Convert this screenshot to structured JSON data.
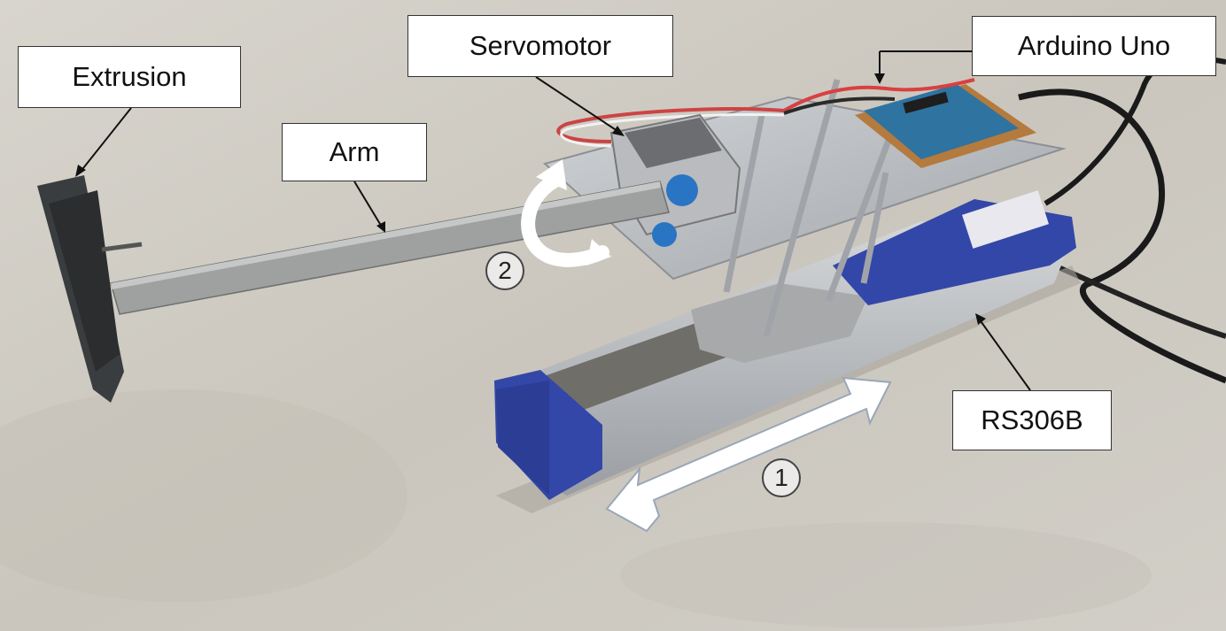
{
  "labels": {
    "extrusion": "Extrusion",
    "servomotor": "Servomotor",
    "arduino": "Arduino Uno",
    "arm": "Arm",
    "rs306b": "RS306B"
  },
  "markers": {
    "one": "1",
    "two": "2"
  },
  "colors": {
    "floor": "#cfcbc2",
    "actuator_blue": "#3347a8",
    "rail_silver": "#b9bcbf",
    "plate_metal": "#b8bcc0",
    "board_blue": "#2f73a0",
    "cable_black": "#1a1a1a",
    "arrow_white": "#ffffff"
  },
  "icons": {
    "motion_arrow_linear": "double-headed-arrow-icon",
    "motion_arrow_rotary": "curved-rotation-arrow-icon"
  }
}
